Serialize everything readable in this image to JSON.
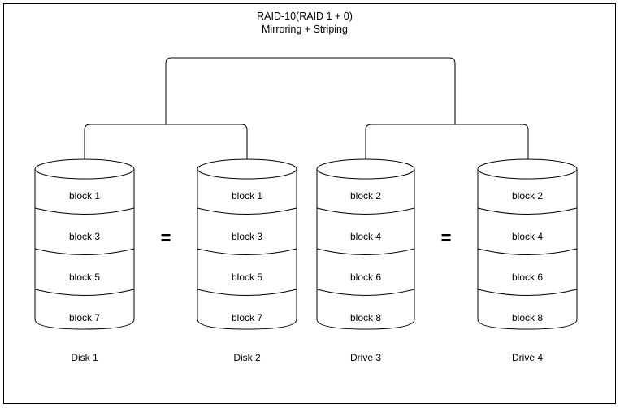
{
  "diagram": {
    "title": {
      "line1": "RAID-10(RAID 1 + 0)",
      "line2": "Mirroring + Striping"
    },
    "colors": {
      "stroke": "#000000",
      "background": "#ffffff",
      "text": "#000000",
      "border": "#000000"
    },
    "equals_symbol": "=",
    "mirror_pairs": [
      {
        "left": "Disk 1",
        "right": "Disk 2",
        "symbol": "="
      },
      {
        "left": "Drive 3",
        "right": "Drive 4",
        "symbol": "="
      }
    ],
    "disks": [
      {
        "label": "Disk 1",
        "blocks": [
          "block 1",
          "block 3",
          "block 5",
          "block 7"
        ]
      },
      {
        "label": "Disk 2",
        "blocks": [
          "block 1",
          "block 3",
          "block 5",
          "block 7"
        ]
      },
      {
        "label": "Drive 3",
        "blocks": [
          "block 2",
          "block 4",
          "block 6",
          "block 8"
        ]
      },
      {
        "label": "Drive 4",
        "blocks": [
          "block 2",
          "block 4",
          "block 6",
          "block 8"
        ]
      }
    ]
  }
}
